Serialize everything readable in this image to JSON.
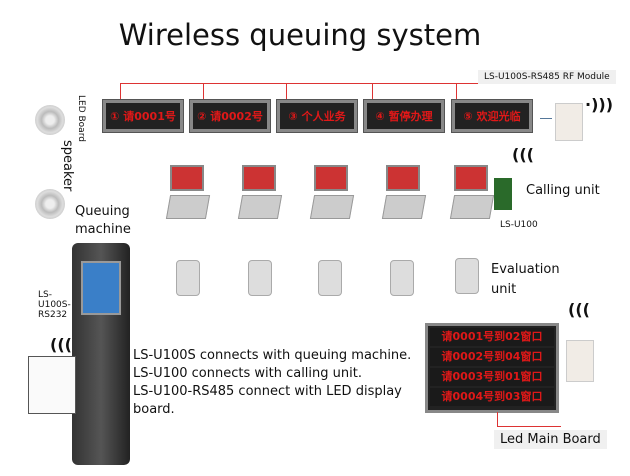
{
  "title": "Wireless queuing system",
  "labels": {
    "led_board": "LED Board",
    "speaker": "speaker",
    "queuing_machine": "Queuing machine",
    "rf_module": "LS-U100S-RS485 RF Module",
    "calling_unit": "Calling unit",
    "ls_u100": "LS-U100",
    "evaluation_unit": "Evaluation unit",
    "ls_u100s_rs232": "LS-U100S-RS232",
    "led_main_board": "Led Main Board"
  },
  "led_boards": [
    "① 请0001号",
    "② 请0002号",
    "③ 个人业务",
    "④ 暂停办理",
    "⑤ 欢迎光临"
  ],
  "main_board_rows": [
    "请0001号到02窗口",
    "请0002号到04窗口",
    "请0003号到01窗口",
    "请0004号到03窗口"
  ],
  "description": [
    "LS-U100S connects with queuing machine.",
    "LS-U100 connects with calling unit.",
    "LS-U100-RS485 connect with LED display board."
  ]
}
